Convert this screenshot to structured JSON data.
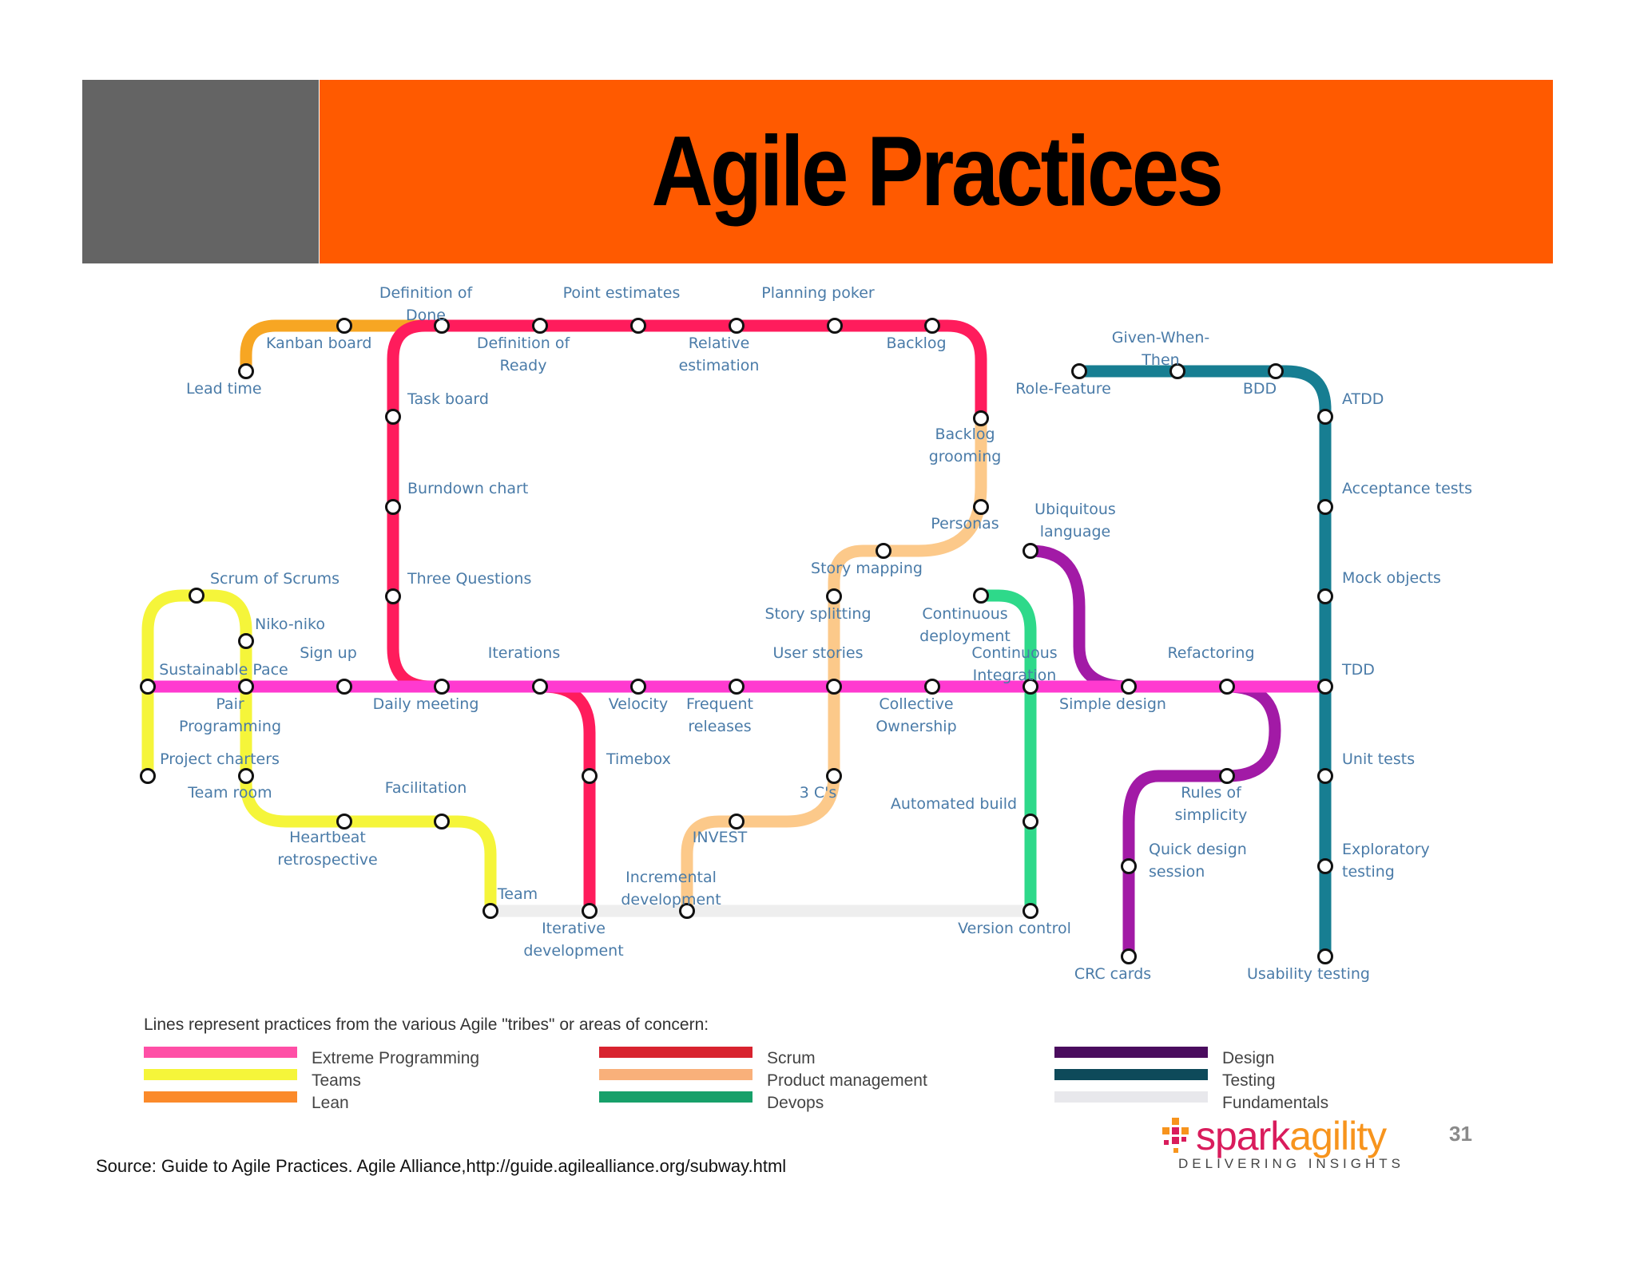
{
  "title": "Agile Practices",
  "colors": {
    "header_orange": "#ff5a00",
    "header_gray": "#646464",
    "label_blue": "#4a7ba8",
    "xp": "#ff3ad0",
    "teams": "#f5f53a",
    "lean": "#f7a623",
    "scrum": "#ff1c5c",
    "product": "#fcc98a",
    "devops": "#2ed98a",
    "design": "#a21aa6",
    "testing": "#177e92",
    "fundamentals": "#eeeeee"
  },
  "stations": [
    {
      "id": "lead-time",
      "label": "Lead time"
    },
    {
      "id": "kanban-board",
      "label": "Kanban board"
    },
    {
      "id": "definition-of-done",
      "label": "Definition of Done"
    },
    {
      "id": "point-estimates",
      "label": "Point estimates"
    },
    {
      "id": "planning-poker",
      "label": "Planning poker"
    },
    {
      "id": "definition-of-ready",
      "label": "Definition of Ready"
    },
    {
      "id": "relative-estimation",
      "label": "Relative estimation"
    },
    {
      "id": "backlog",
      "label": "Backlog"
    },
    {
      "id": "task-board",
      "label": "Task board"
    },
    {
      "id": "backlog-grooming",
      "label": "Backlog grooming"
    },
    {
      "id": "burndown-chart",
      "label": "Burndown chart"
    },
    {
      "id": "personas",
      "label": "Personas"
    },
    {
      "id": "ubiquitous-language",
      "label": "Ubiquitous language"
    },
    {
      "id": "given-when-then",
      "label": "Given-When-Then"
    },
    {
      "id": "role-feature",
      "label": "Role-Feature"
    },
    {
      "id": "bdd",
      "label": "BDD"
    },
    {
      "id": "atdd",
      "label": "ATDD"
    },
    {
      "id": "acceptance-tests",
      "label": "Acceptance tests"
    },
    {
      "id": "mock-objects",
      "label": "Mock objects"
    },
    {
      "id": "scrum-of-scrums",
      "label": "Scrum of Scrums"
    },
    {
      "id": "three-questions",
      "label": "Three Questions"
    },
    {
      "id": "story-mapping",
      "label": "Story mapping"
    },
    {
      "id": "niko-niko",
      "label": "Niko-niko"
    },
    {
      "id": "story-splitting",
      "label": "Story splitting"
    },
    {
      "id": "continuous-deployment",
      "label": "Continuous deployment"
    },
    {
      "id": "sign-up",
      "label": "Sign up"
    },
    {
      "id": "iterations",
      "label": "Iterations"
    },
    {
      "id": "user-stories",
      "label": "User stories"
    },
    {
      "id": "continuous-integration",
      "label": "Continuous Integration"
    },
    {
      "id": "refactoring",
      "label": "Refactoring"
    },
    {
      "id": "sustainable-pace",
      "label": "Sustainable Pace"
    },
    {
      "id": "tdd",
      "label": "TDD"
    },
    {
      "id": "pair-programming",
      "label": "Pair Programming"
    },
    {
      "id": "daily-meeting",
      "label": "Daily meeting"
    },
    {
      "id": "velocity",
      "label": "Velocity"
    },
    {
      "id": "frequent-releases",
      "label": "Frequent releases"
    },
    {
      "id": "collective-ownership",
      "label": "Collective Ownership"
    },
    {
      "id": "simple-design",
      "label": "Simple design"
    },
    {
      "id": "project-charters",
      "label": "Project charters"
    },
    {
      "id": "timebox",
      "label": "Timebox"
    },
    {
      "id": "unit-tests",
      "label": "Unit tests"
    },
    {
      "id": "team-room",
      "label": "Team room"
    },
    {
      "id": "facilitation",
      "label": "Facilitation"
    },
    {
      "id": "three-cs",
      "label": "3 C's"
    },
    {
      "id": "automated-build",
      "label": "Automated build"
    },
    {
      "id": "rules-of-simplicity",
      "label": "Rules of simplicity"
    },
    {
      "id": "heartbeat-retrospective",
      "label": "Heartbeat retrospective"
    },
    {
      "id": "invest",
      "label": "INVEST"
    },
    {
      "id": "quick-design-session",
      "label": "Quick design session"
    },
    {
      "id": "exploratory-testing",
      "label": "Exploratory testing"
    },
    {
      "id": "incremental-development",
      "label": "Incremental development"
    },
    {
      "id": "team",
      "label": "Team"
    },
    {
      "id": "iterative-development",
      "label": "Iterative development"
    },
    {
      "id": "version-control",
      "label": "Version control"
    },
    {
      "id": "crc-cards",
      "label": "CRC cards"
    },
    {
      "id": "usability-testing",
      "label": "Usability testing"
    }
  ],
  "legend": {
    "heading": "Lines represent practices from the various Agile \"tribes\" or areas of concern:",
    "items": [
      {
        "label": "Extreme Programming",
        "color": "#ff4fa6"
      },
      {
        "label": "Teams",
        "color": "#f5f53a"
      },
      {
        "label": "Lean",
        "color": "#fb8a2a"
      },
      {
        "label": "Scrum",
        "color": "#d8232f"
      },
      {
        "label": "Product management",
        "color": "#f9b07a"
      },
      {
        "label": "Devops",
        "color": "#17a06a"
      },
      {
        "label": "Design",
        "color": "#4a0c5e"
      },
      {
        "label": "Testing",
        "color": "#0e4a5a"
      },
      {
        "label": "Fundamentals",
        "color": "#e8e8ec"
      }
    ]
  },
  "source": "Source: Guide to Agile Practices. Agile Alliance,http://guide.agilealliance.org/subway.html",
  "logo": {
    "part_a": "spark",
    "part_b": "agility",
    "tagline": "DELIVERING INSIGHTS"
  },
  "page_number": "31"
}
